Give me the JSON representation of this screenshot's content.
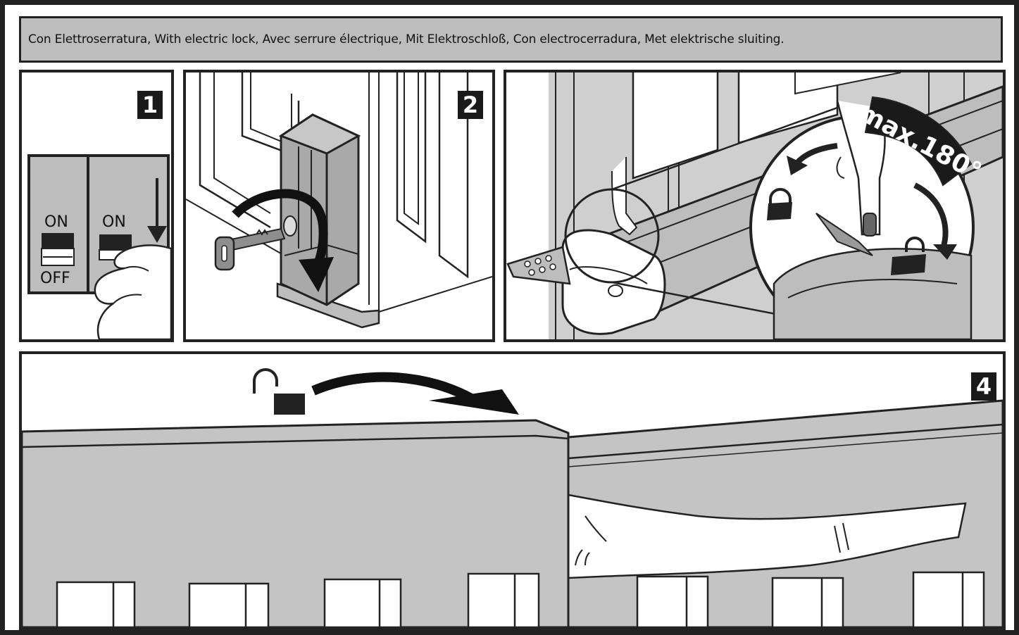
{
  "caption": "Con Elettroserratura, With electric lock, Avec serrure électrique, Mit Elektroschloß, Con electrocerradura, Met elektrische sluiting.",
  "steps": {
    "step1": "1",
    "step2": "2",
    "step4": "4"
  },
  "switch": {
    "left_on": "ON",
    "left_off": "OFF",
    "right_on": "ON"
  },
  "rotation_limit": "max.180°",
  "colors": {
    "panel_fill": "#bdbdbd",
    "outline": "#222222",
    "badge": "#1a1a1a"
  }
}
